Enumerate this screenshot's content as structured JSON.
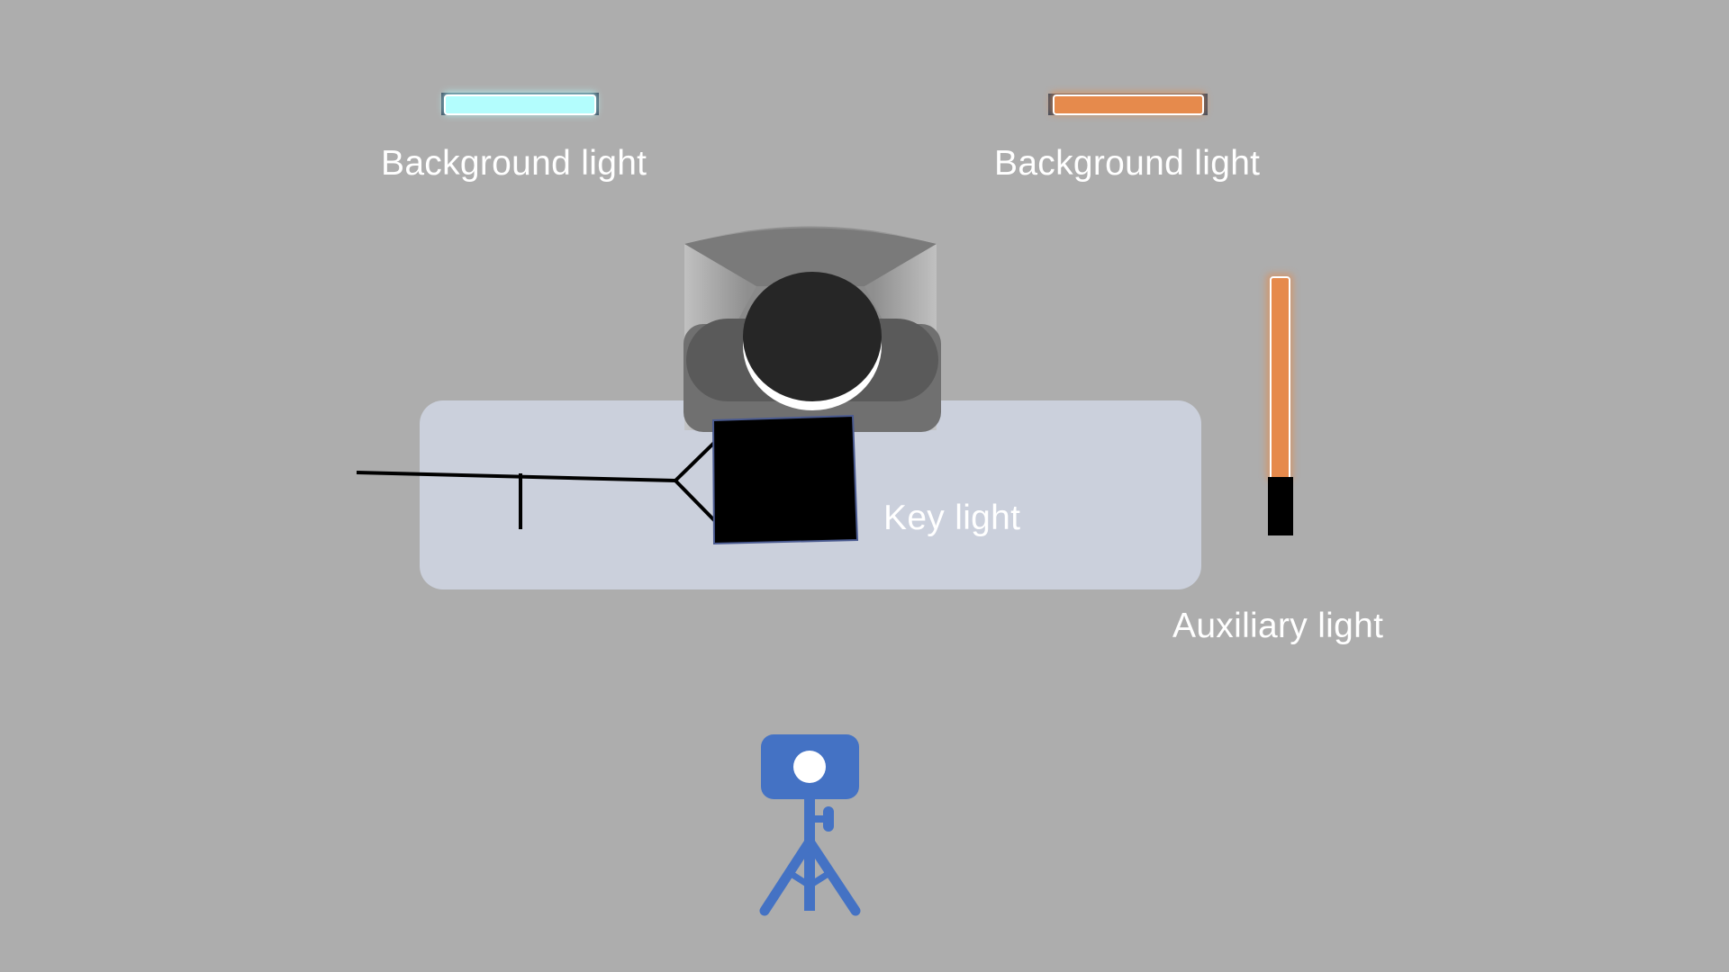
{
  "labels": {
    "background_light_left": "Background light",
    "background_light_right": "Background light",
    "key_light": "Key light",
    "auxiliary_light": "Auxiliary light"
  },
  "colors": {
    "background": "#adadad",
    "backdrop_panel": "#cbd0dc",
    "cool_light": "#b3fdfd",
    "warm_light": "#e68a4c",
    "camera": "#4472c4",
    "subject_head": "#262626",
    "subject_body": "#5a5a5a",
    "text": "#ffffff"
  },
  "icons": {
    "left_background_light": "light-bar-icon",
    "right_background_light": "light-bar-icon",
    "subject": "person-top-view-icon",
    "key_light": "softbox-icon",
    "auxiliary_light": "light-tube-icon",
    "camera": "camera-tripod-icon"
  }
}
